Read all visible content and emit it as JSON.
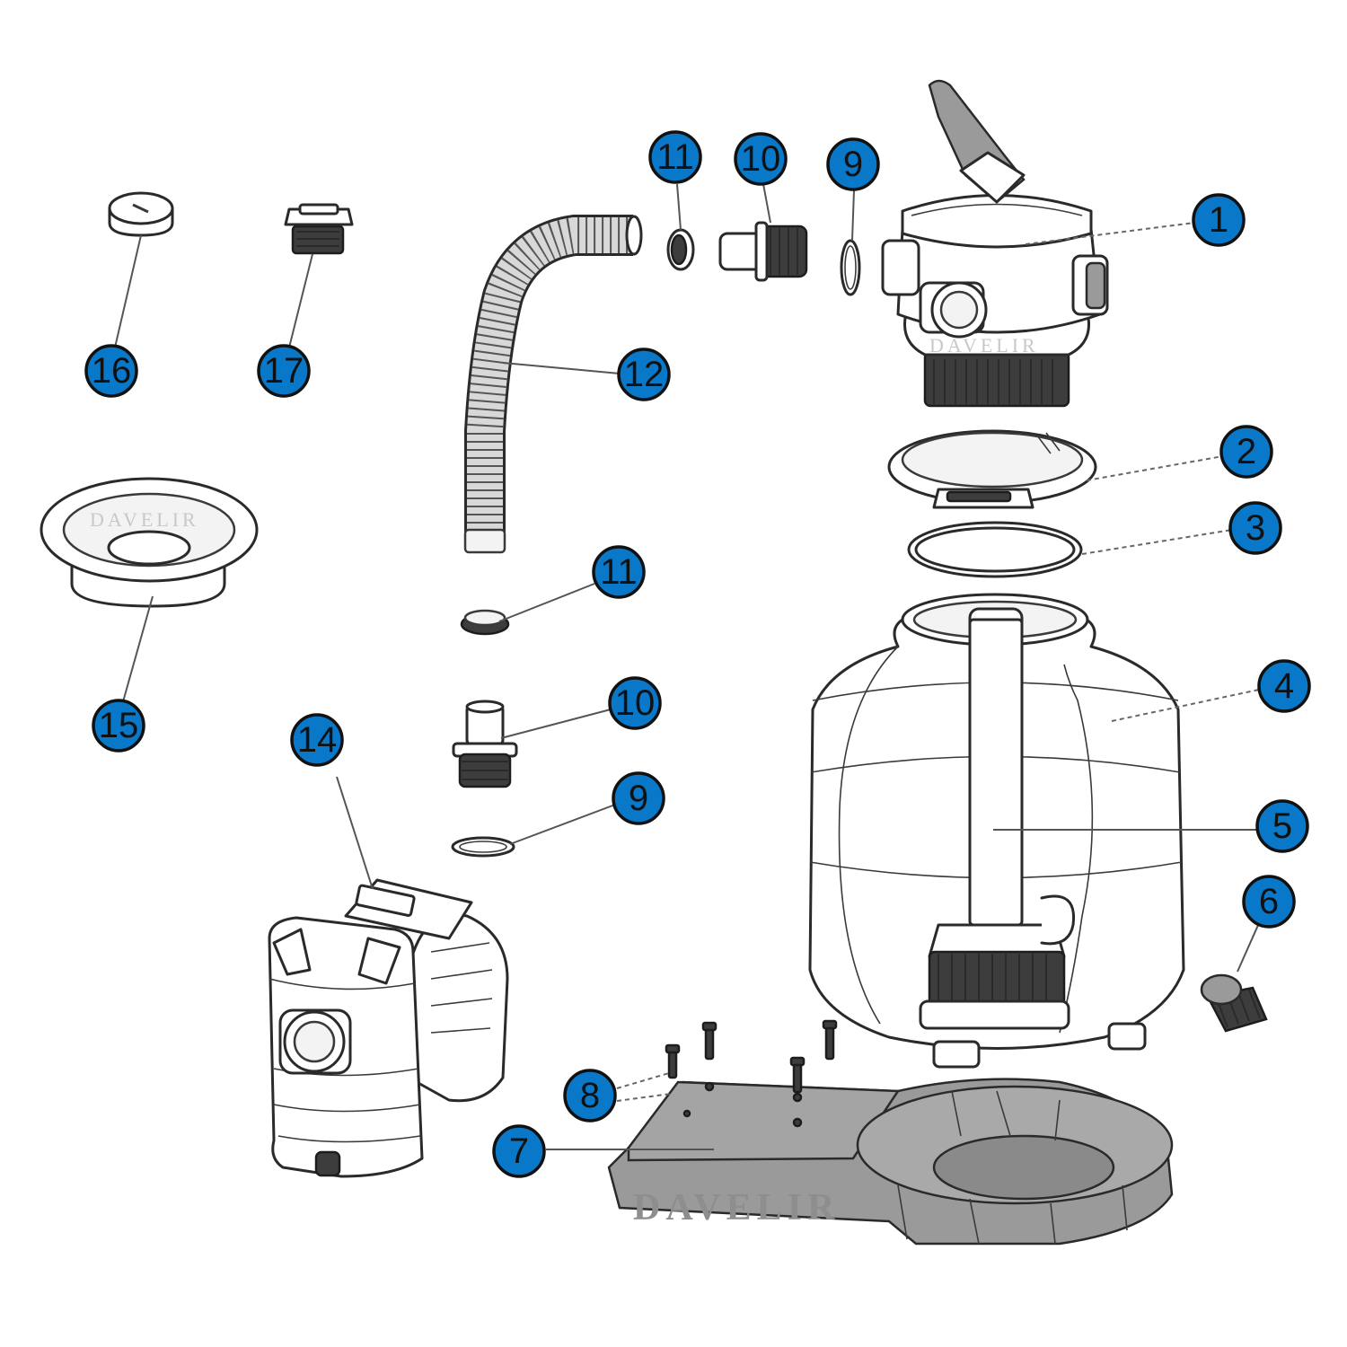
{
  "watermark": "DAVELIR",
  "accent_color": "#0a78c8",
  "labels": {
    "p1": "1",
    "p2": "2",
    "p3": "3",
    "p4": "4",
    "p5": "5",
    "p6": "6",
    "p7": "7",
    "p8": "8",
    "p9a": "9",
    "p9b": "9",
    "p10a": "10",
    "p10b": "10",
    "p11a": "11",
    "p11b": "11",
    "p12": "12",
    "p14": "14",
    "p15": "15",
    "p16": "16",
    "p17": "17"
  }
}
